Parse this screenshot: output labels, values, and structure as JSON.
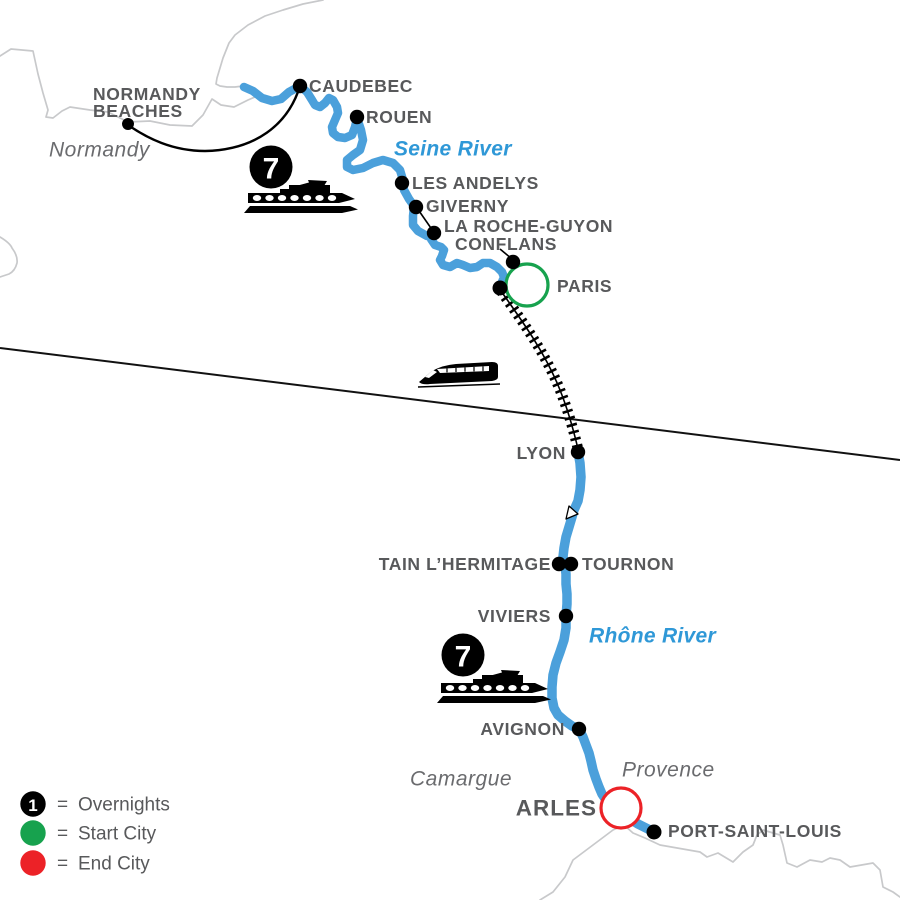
{
  "map": {
    "cities": {
      "caudebec": "CAUDEBEC",
      "rouen": "ROUEN",
      "les_andelys": "LES ANDELYS",
      "giverny": "GIVERNY",
      "la_roche_guyon": "LA ROCHE-GUYON",
      "conflans": "CONFLANS",
      "paris": "PARIS",
      "lyon": "LYON",
      "tain_lhermitage": "TAIN L’HERMITAGE",
      "tournon": "TOURNON",
      "viviers": "VIVIERS",
      "avignon": "AVIGNON",
      "arles": "ARLES",
      "port_saint_louis": "PORT-SAINT-LOUIS"
    },
    "excursion": {
      "normandy_beaches_line1": "NORMANDY",
      "normandy_beaches_line2": "BEACHES"
    },
    "regions": {
      "normandy": "Normandy",
      "camargue": "Camargue",
      "provence": "Provence"
    },
    "rivers": {
      "seine_label": "Seine River",
      "rhone_label": "Rhône River"
    },
    "badges": {
      "seine_nights": "7",
      "rhone_nights": "7"
    },
    "legend": {
      "eq": "=",
      "overnights_badge": "1",
      "overnights_label": "Overnights",
      "start_label": "Start City",
      "end_label": "End City"
    },
    "colors": {
      "river_blue": "#4BA0DB",
      "river_label_blue": "#2F98D7",
      "city_label_gray": "#58595B",
      "region_label_gray": "#6A6B6E",
      "start_green": "#17A24E",
      "end_red": "#EC2227",
      "coast_gray": "#C8C9CB",
      "line_black": "#111111"
    }
  }
}
